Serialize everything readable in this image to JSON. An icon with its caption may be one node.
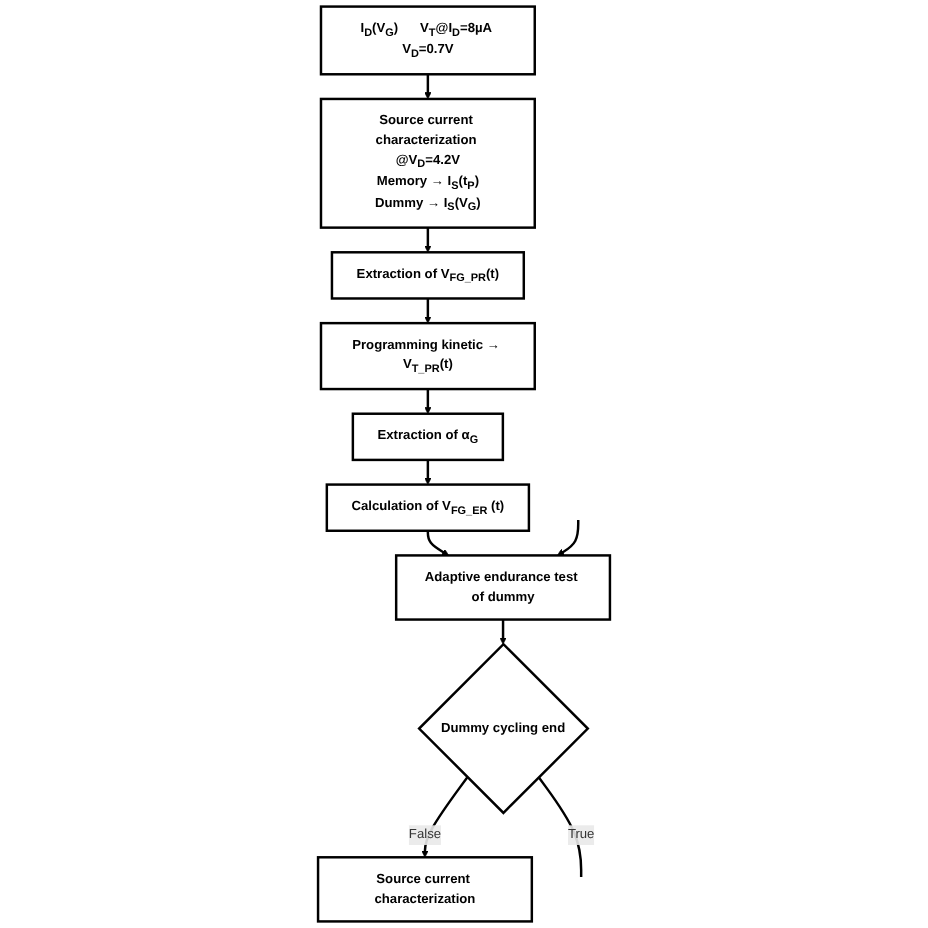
{
  "diagram": {
    "nodes": [
      {
        "text": [
          "I$_{D}$(V$_{G}$)      V$_{T}$@I$_{D}$=8µA V$_{D}$=0.7V"
        ]
      },
      {
        "text": [
          "Source current characterization @V$_{D}$=4.2V",
          "Memory → I$_{S}$(t$_{P}$)",
          "Dummy → I$_{S}$(V$_{G}$)"
        ]
      },
      {
        "text": [
          "Extraction of V$_{FG_PR}$(t)"
        ]
      },
      {
        "text": [
          "Programming kinetic → V$_{T_PR}$(t)"
        ]
      },
      {
        "text": [
          "Extraction of α$_{G}$"
        ]
      },
      {
        "text": [
          "Calculation of V$_{FG_ER}$ (t)"
        ]
      },
      {
        "text": [
          "Adaptive endurance test of dummy"
        ]
      },
      {
        "text": [
          "Dummy cycling end"
        ]
      },
      {
        "text": [
          "Source current characterization"
        ]
      }
    ],
    "edges": [
      {
        "from": 0,
        "to": 1,
        "arrow": "to"
      },
      {
        "from": 1,
        "to": 2,
        "arrow": "to"
      },
      {
        "from": 2,
        "to": 3,
        "arrow": "to"
      },
      {
        "from": 3,
        "to": 4,
        "arrow": "to"
      },
      {
        "from": 4,
        "to": 5,
        "arrow": "to"
      },
      {
        "from": 5,
        "to": 6,
        "arrow": "to"
      },
      {
        "from": 6,
        "to": 7,
        "arrow": "to"
      },
      {
        "from": 7,
        "to": 8,
        "label": "False",
        "arrow": "to"
      },
      {
        "from": 7,
        "to": null,
        "label": "True",
        "arrow": "none"
      },
      {
        "from": null,
        "to": 6,
        "arrow": "to"
      }
    ]
  }
}
